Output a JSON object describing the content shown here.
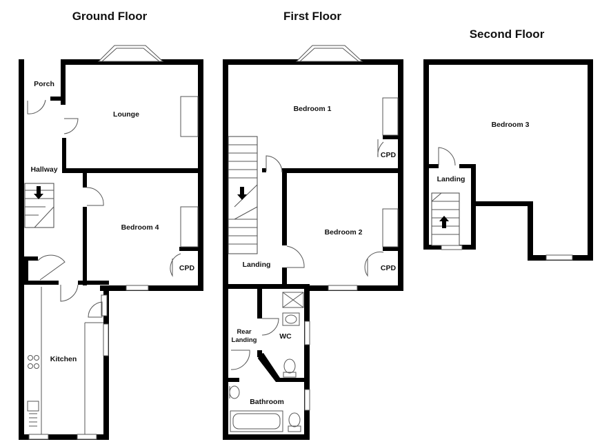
{
  "floors": {
    "ground": {
      "title": "Ground Floor"
    },
    "first": {
      "title": "First Floor"
    },
    "second": {
      "title": "Second Floor"
    }
  },
  "rooms": {
    "porch": "Porch",
    "lounge": "Lounge",
    "hallway": "Hallway",
    "bedroom4": "Bedroom 4",
    "cpd_ground": "CPD",
    "kitchen": "Kitchen",
    "bedroom1": "Bedroom 1",
    "cpd_b1": "CPD",
    "bedroom2": "Bedroom 2",
    "cpd_b2": "CPD",
    "landing_first": "Landing",
    "rear_landing_1": "Rear",
    "rear_landing_2": "Landing",
    "wc": "WC",
    "bathroom": "Bathroom",
    "bedroom3": "Bedroom 3",
    "landing_second": "Landing"
  },
  "colors": {
    "wall": "#000000",
    "background": "#ffffff"
  }
}
